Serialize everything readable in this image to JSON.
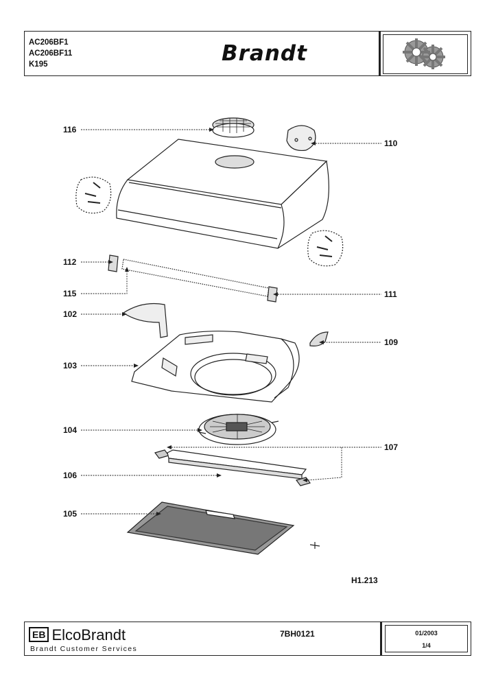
{
  "header": {
    "models": [
      "AC206BF1",
      "AC206BF11",
      "K195"
    ],
    "brand": "Brandt"
  },
  "parts": [
    {
      "ref": "116"
    },
    {
      "ref": "110"
    },
    {
      "ref": "112"
    },
    {
      "ref": "115"
    },
    {
      "ref": "111"
    },
    {
      "ref": "102"
    },
    {
      "ref": "109"
    },
    {
      "ref": "103"
    },
    {
      "ref": "104"
    },
    {
      "ref": "107"
    },
    {
      "ref": "106"
    },
    {
      "ref": "105"
    }
  ],
  "drawing_ref": "H1.213",
  "footer": {
    "logo_mark": "EB",
    "company": "ElcoBrandt",
    "subtitle": "Brandt Customer Services",
    "doc_ref": "7BH0121",
    "date": "01/2003",
    "page": "1/4"
  }
}
